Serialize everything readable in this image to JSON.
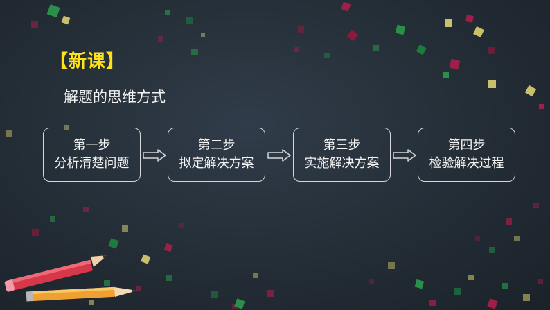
{
  "slide": {
    "tag": "【新课】",
    "subtitle": "解题的思维方式",
    "steps": [
      {
        "num": "第一步",
        "desc": "分析清楚问题"
      },
      {
        "num": "第二步",
        "desc": "拟定解决方案"
      },
      {
        "num": "第三步",
        "desc": "实施解决方案"
      },
      {
        "num": "第四步",
        "desc": "检验解决过程"
      }
    ]
  },
  "colors": {
    "tag": "#ffe21a",
    "text": "#f2f2f2",
    "box_border": "#d5d7da",
    "confetti": [
      "#9d1f4a",
      "#1f7a3e",
      "#c9c06b",
      "#8a1a3c",
      "#2b8f4a"
    ]
  }
}
